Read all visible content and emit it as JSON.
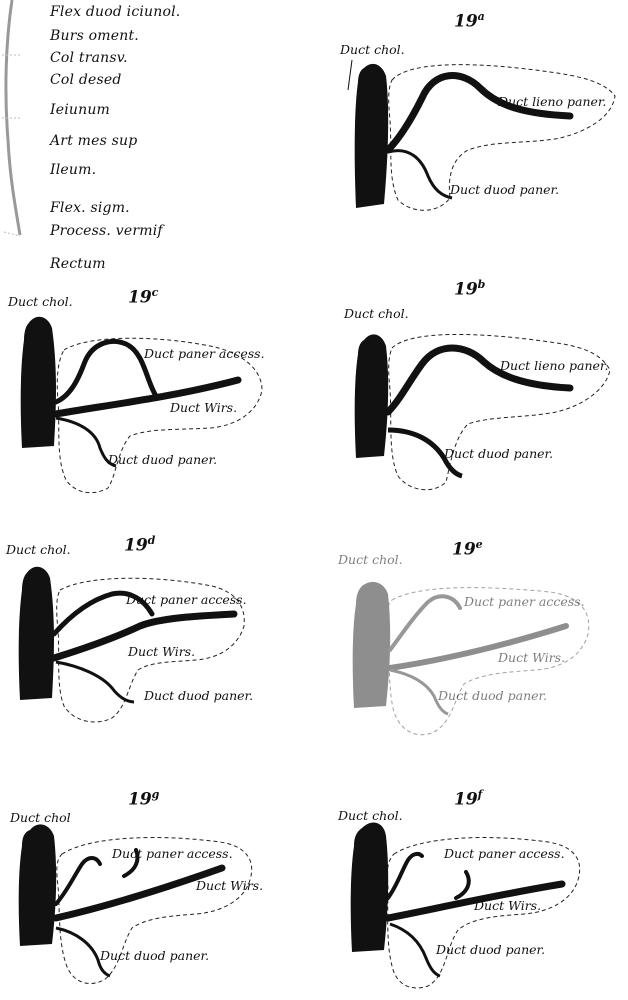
{
  "legend": {
    "items": [
      "Flex duod iciunol.",
      "Burs oment.",
      "Col transv.",
      "Col desed",
      "Ieiunum",
      "Art mes sup",
      "Ileum.",
      "Flex. sigm.",
      "Process. vermif",
      "Rectum"
    ]
  },
  "figures": {
    "a": {
      "number": "19",
      "letter": "a",
      "labels": [
        "Duct chol.",
        "Duct lieno paner.",
        "Duct duod paner."
      ]
    },
    "b": {
      "number": "19",
      "letter": "b",
      "labels": [
        "Duct chol.",
        "Duct lieno paner.",
        "Duct duod paner."
      ]
    },
    "c": {
      "number": "19",
      "letter": "c",
      "labels": [
        "Duct chol.",
        "Duct paner access.",
        "Duct Wirs.",
        "Duct duod paner."
      ]
    },
    "d": {
      "number": "19",
      "letter": "d",
      "labels": [
        "Duct chol.",
        "Duct paner access.",
        "Duct Wirs.",
        "Duct duod paner."
      ]
    },
    "e": {
      "number": "19",
      "letter": "e",
      "labels": [
        "Duct chol.",
        "Duct paner access.",
        "Duct Wirs.",
        "Duct duod paner."
      ]
    },
    "f": {
      "number": "19",
      "letter": "f",
      "labels": [
        "Duct chol.",
        "Duct paner access.",
        "Duct Wirs.",
        "Duct duod paner."
      ]
    },
    "g": {
      "number": "19",
      "letter": "g",
      "labels": [
        "Duct chol",
        "Duct paner access.",
        "Duct Wirs.",
        "Duct duod paner."
      ]
    }
  }
}
